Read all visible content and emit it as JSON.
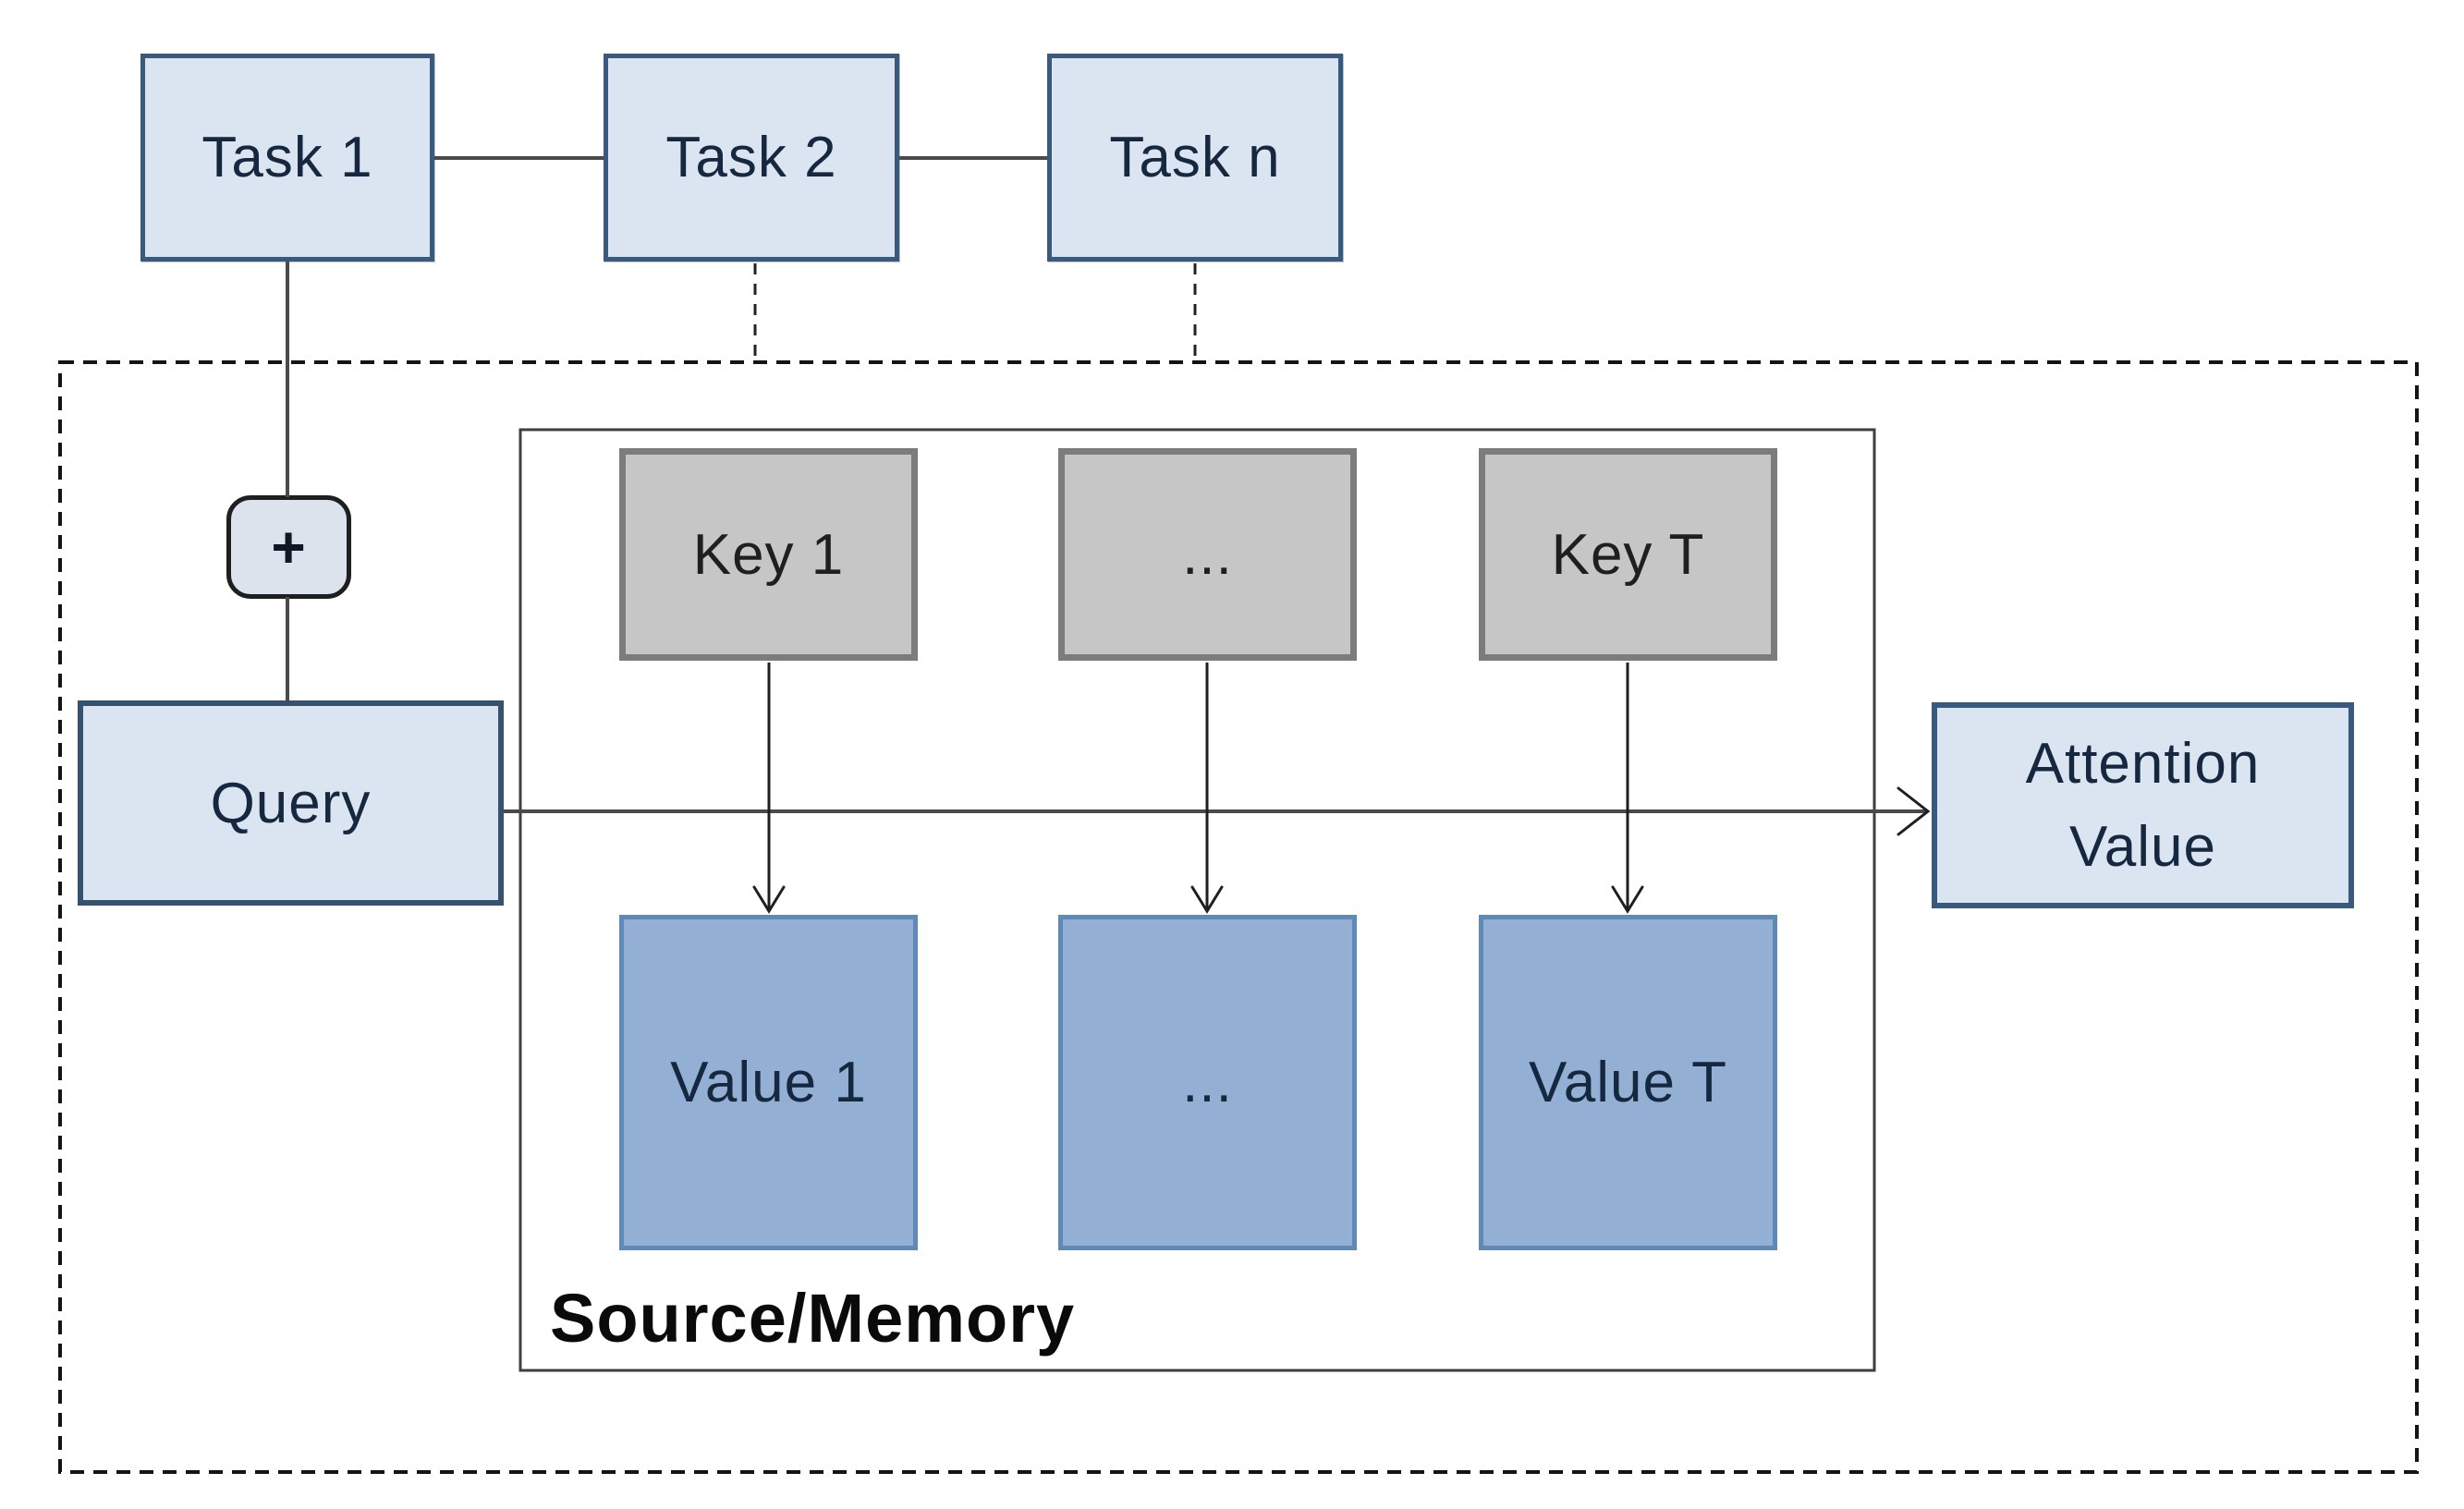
{
  "diagram": {
    "title_note": "attention mechanism over source/memory with task chain",
    "tasks": [
      {
        "label": "Task 1"
      },
      {
        "label": "Task 2"
      },
      {
        "label": "Task n"
      }
    ],
    "plus_label": "+",
    "query_label": "Query",
    "keys": [
      "Key 1",
      "...",
      "Key T"
    ],
    "values": [
      "Value 1",
      "...",
      "Value T"
    ],
    "source_label": "Source/Memory",
    "attention_value_label": "Attention\nValue",
    "colors": {
      "task_fill": "#dbe5f1",
      "task_border": "#3a5a7d",
      "key_fill": "#c6c6c6",
      "key_border": "#7c7c7c",
      "value_fill": "#93b0d4",
      "value_border": "#5f8ab8",
      "plus_fill": "#dde3ec",
      "plus_border": "#1f1f1f",
      "query_fill": "#dbe5f1",
      "query_border": "#35536e",
      "attention_fill": "#dbe5f1",
      "attention_border": "#3a5a7d",
      "line": "#4a4a4a",
      "arrow": "#1f1f1f",
      "dashed_border": "#141414",
      "source_border": "#3f3f3f",
      "text_dark": "#16283f"
    }
  }
}
